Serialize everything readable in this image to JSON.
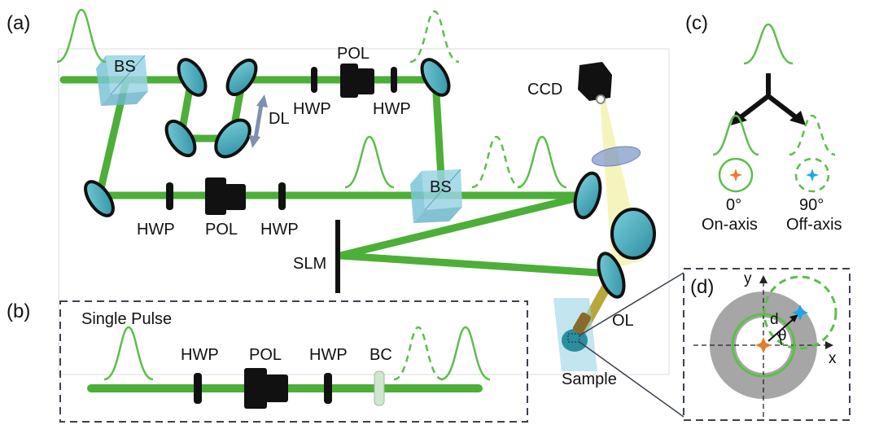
{
  "panels": {
    "a": "(a)",
    "b": "(b)",
    "c": "(c)",
    "d": "(d)"
  },
  "labels": {
    "bs_top": "BS",
    "bs_mid": "BS",
    "pol_top": "POL",
    "hwp_top_left": "HWP",
    "hwp_top_right": "HWP",
    "dl": "DL",
    "ccd": "CCD",
    "hwp_mid_left": "HWP",
    "pol_mid": "POL",
    "hwp_mid_right": "HWP",
    "slm": "SLM",
    "ol": "OL",
    "sample": "Sample"
  },
  "panel_b": {
    "title": "Single Pulse",
    "hwp_left": "HWP",
    "pol": "POL",
    "hwp_right": "HWP",
    "bc": "BC"
  },
  "panel_c": {
    "on_angle": "0°",
    "on_label": "On-axis",
    "off_angle": "90°",
    "off_label": "Off-axis"
  },
  "panel_d": {
    "y_axis": "y",
    "x_axis": "x",
    "distance": "d",
    "angle": "θ"
  },
  "colors": {
    "beam": "#4caf37",
    "beam_dark": "#2e8a22",
    "pulse": "#5cbf4a",
    "optic": "#3aa3b5",
    "optic_rim": "#111111",
    "splitter": "#8fd0e2",
    "cone": "#f3f0a8",
    "ring": "#a6a6a6",
    "on_marker": "#e87a2e",
    "off_marker": "#1aa6e8",
    "frame": "#3b4150"
  }
}
